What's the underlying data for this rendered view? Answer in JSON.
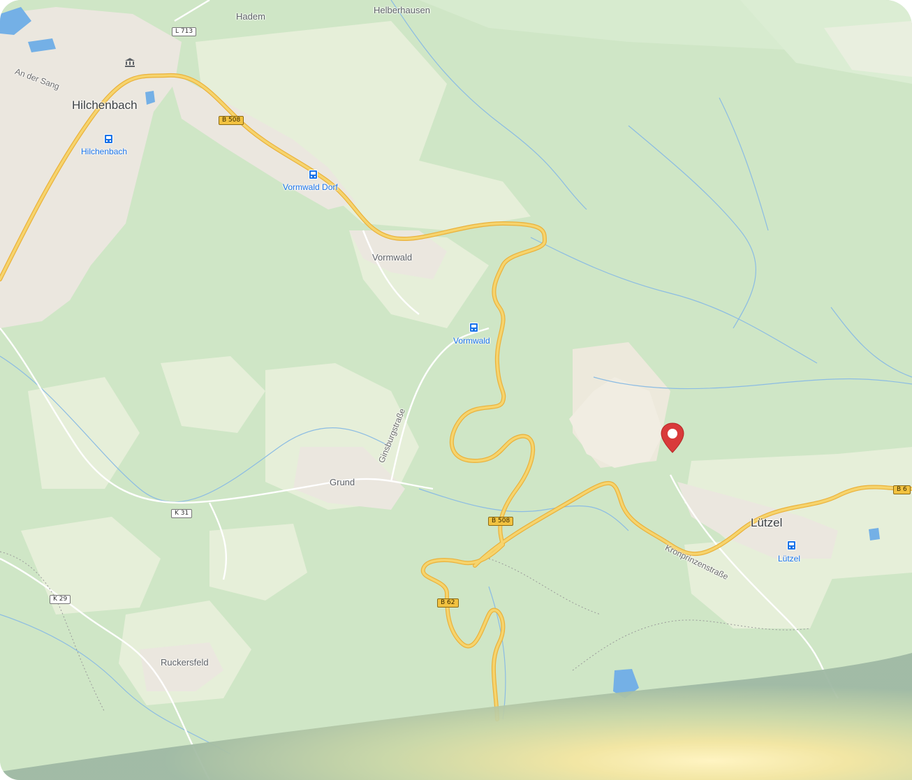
{
  "places": {
    "hilchenbach": "Hilchenbach",
    "hadem": "Hadem",
    "helberhausen": "Helberhausen",
    "an_der_sang": "An der Sang",
    "vormwald": "Vormwald",
    "grund": "Grund",
    "luetzel": "Lützel",
    "ruckersfeld": "Ruckersfeld"
  },
  "stations": {
    "hilchenbach": "Hilchenbach",
    "vormwald_dorf": "Vormwald Dorf",
    "vormwald": "Vormwald",
    "luetzel": "Lützel"
  },
  "streets": {
    "ginsburgstrasse": "Ginsburgstraße",
    "kronprinzenstrasse": "Kronprinzenstraße"
  },
  "road_shields": {
    "l713": "L 713",
    "b508_north": "B 508",
    "b508_south": "B 508",
    "b62": "B 62",
    "b6_edge": "B 6",
    "k31": "K 31",
    "k29": "K 29"
  },
  "icons": {
    "station": "train-station-icon",
    "landmark": "museum-icon",
    "pin": "map-pin-icon"
  },
  "colors": {
    "forest": "#cfe6c6",
    "open_land": "#eef2e4",
    "settlement": "#ece9e0",
    "water": "#74b0e6",
    "main_road": "#f1c451",
    "pin": "#d93a3a"
  }
}
